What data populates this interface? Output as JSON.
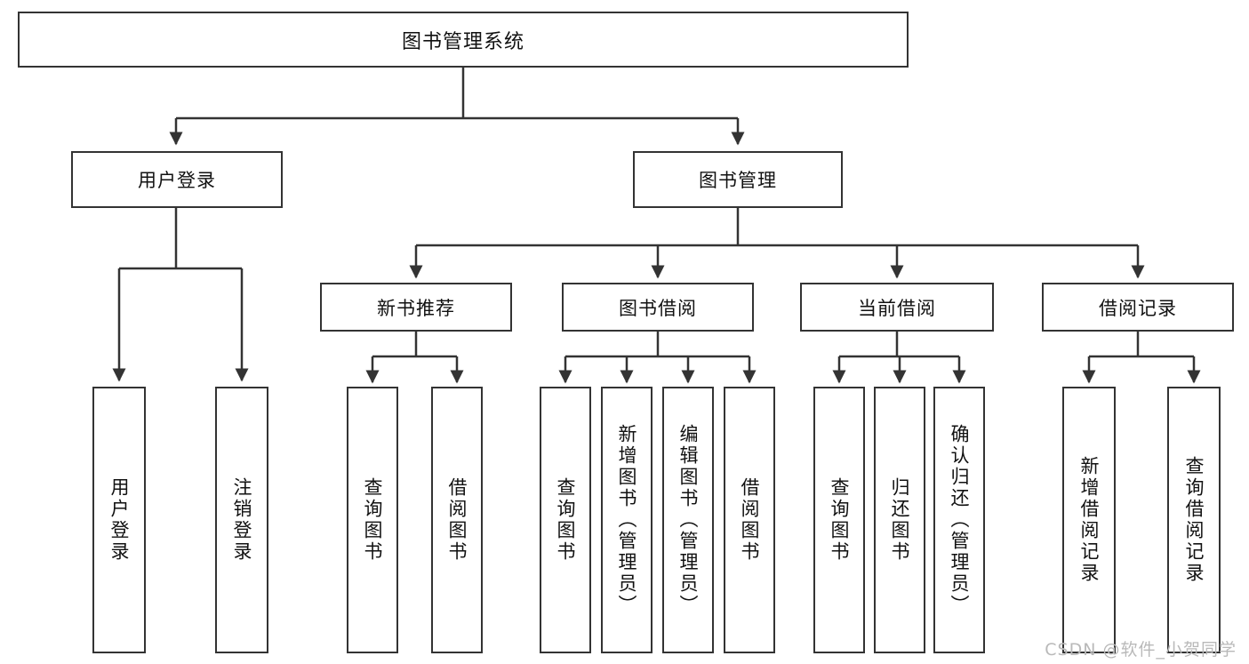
{
  "diagram": {
    "title": "图书管理系统",
    "type": "功能结构图",
    "stroke_color": "#333333",
    "background_color": "#ffffff",
    "root": {
      "label": "图书管理系统"
    },
    "level2": [
      {
        "label": "用户登录"
      },
      {
        "label": "图书管理"
      }
    ],
    "level3": [
      {
        "label": "新书推荐"
      },
      {
        "label": "图书借阅"
      },
      {
        "label": "当前借阅"
      },
      {
        "label": "借阅记录"
      }
    ],
    "leaves_user_login": [
      {
        "label": "用户登录"
      },
      {
        "label": "注销登录"
      }
    ],
    "leaves_new_book": [
      {
        "label": "查询图书"
      },
      {
        "label": "借阅图书"
      }
    ],
    "leaves_borrow": [
      {
        "label": "查询图书"
      },
      {
        "label": "新增图书（管理员）"
      },
      {
        "label": "编辑图书（管理员）"
      },
      {
        "label": "借阅图书"
      }
    ],
    "leaves_current": [
      {
        "label": "查询图书"
      },
      {
        "label": "归还图书"
      },
      {
        "label": "确认归还（管理员）"
      }
    ],
    "leaves_record": [
      {
        "label": "新增借阅记录"
      },
      {
        "label": "查询借阅记录"
      }
    ]
  },
  "watermark": {
    "text": "CSDN @软件_小贺同学"
  }
}
